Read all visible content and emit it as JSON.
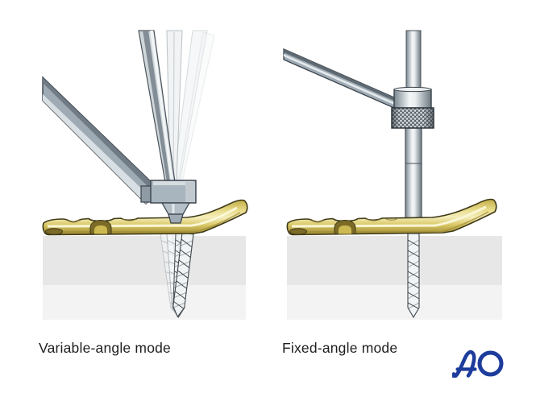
{
  "figure": {
    "panels": [
      {
        "label": "Variable-angle mode"
      },
      {
        "label": "Fixed-angle mode"
      }
    ],
    "logo_text": "AO"
  },
  "colors": {
    "background": "#ffffff",
    "label_text": "#1e1e1e",
    "ao_blue": "#1d3c9c",
    "plate_gold": "#e9dc8a",
    "plate_gold_dark": "#9c8931",
    "plate_outline": "#3e3917",
    "metal_gray": "#a9b5be",
    "metal_outline": "#39414a",
    "bone_shade": "#e7e7e7",
    "bone_light": "#f3f3f3"
  }
}
